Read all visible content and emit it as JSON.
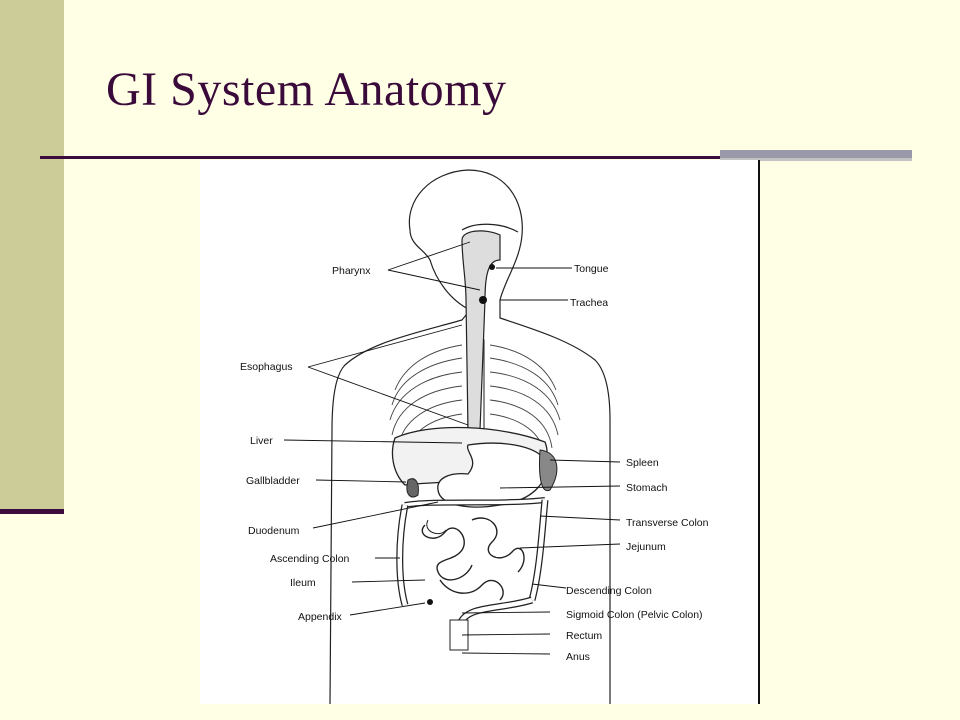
{
  "slide": {
    "title": "GI System Anatomy"
  },
  "colors": {
    "background": "#ffffe6",
    "side_bar": "#cccc99",
    "title_text": "#3a0a3a",
    "rule": "#3d0a3d",
    "rule_accent": "#9999aa"
  },
  "diagram": {
    "labels": {
      "pharynx": "Pharynx",
      "tongue": "Tongue",
      "trachea": "Trachea",
      "esophagus": "Esophagus",
      "liver": "Liver",
      "gallbladder": "Gallbladder",
      "duodenum": "Duodenum",
      "ascending_colon": "Ascending Colon",
      "ileum": "Ileum",
      "appendix": "Appendix",
      "spleen": "Spleen",
      "stomach": "Stomach",
      "transverse_colon": "Transverse Colon",
      "jejunum": "Jejunum",
      "descending_colon": "Descending Colon",
      "sigmoid_colon": "Sigmoid Colon (Pelvic Colon)",
      "rectum": "Rectum",
      "anus": "Anus"
    }
  }
}
